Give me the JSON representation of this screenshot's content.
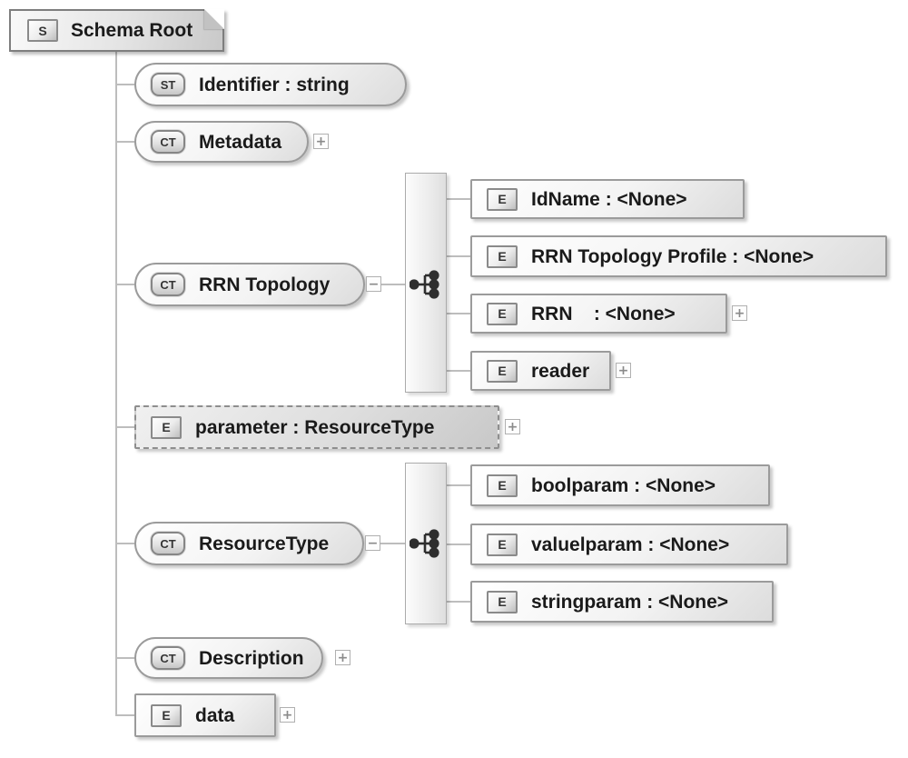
{
  "diagram": {
    "root": {
      "icon": "S",
      "label": "Schema Root"
    },
    "nodes": {
      "identifier": {
        "icon": "ST",
        "label": "Identifier : string"
      },
      "metadata": {
        "icon": "CT",
        "label": "Metadata",
        "expander": "+"
      },
      "rrn_topology": {
        "icon": "CT",
        "label": "RRN Topology",
        "expander": "−"
      },
      "idname": {
        "icon": "E",
        "label": "IdName : <None>"
      },
      "rrn_topology_profile": {
        "icon": "E",
        "label": "RRN Topology Profile : <None>"
      },
      "rrn": {
        "icon": "E",
        "label": "RRN    : <None>",
        "expander": "+"
      },
      "reader": {
        "icon": "E",
        "label": "reader",
        "expander": "+"
      },
      "parameter": {
        "icon": "E",
        "label": "parameter : ResourceType",
        "expander": "+"
      },
      "resource_type": {
        "icon": "CT",
        "label": "ResourceType",
        "expander": "−"
      },
      "boolparam": {
        "icon": "E",
        "label": "boolparam : <None>"
      },
      "valuelparam": {
        "icon": "E",
        "label": "valuelparam : <None>"
      },
      "stringparam": {
        "icon": "E",
        "label": "stringparam : <None>"
      },
      "description": {
        "icon": "CT",
        "label": "Description",
        "expander": "+"
      },
      "data": {
        "icon": "E",
        "label": "data",
        "expander": "+"
      }
    },
    "colors": {
      "node_border": "#9b9b9b",
      "connector": "#bdbdbd",
      "text": "#1a1a1a"
    }
  }
}
